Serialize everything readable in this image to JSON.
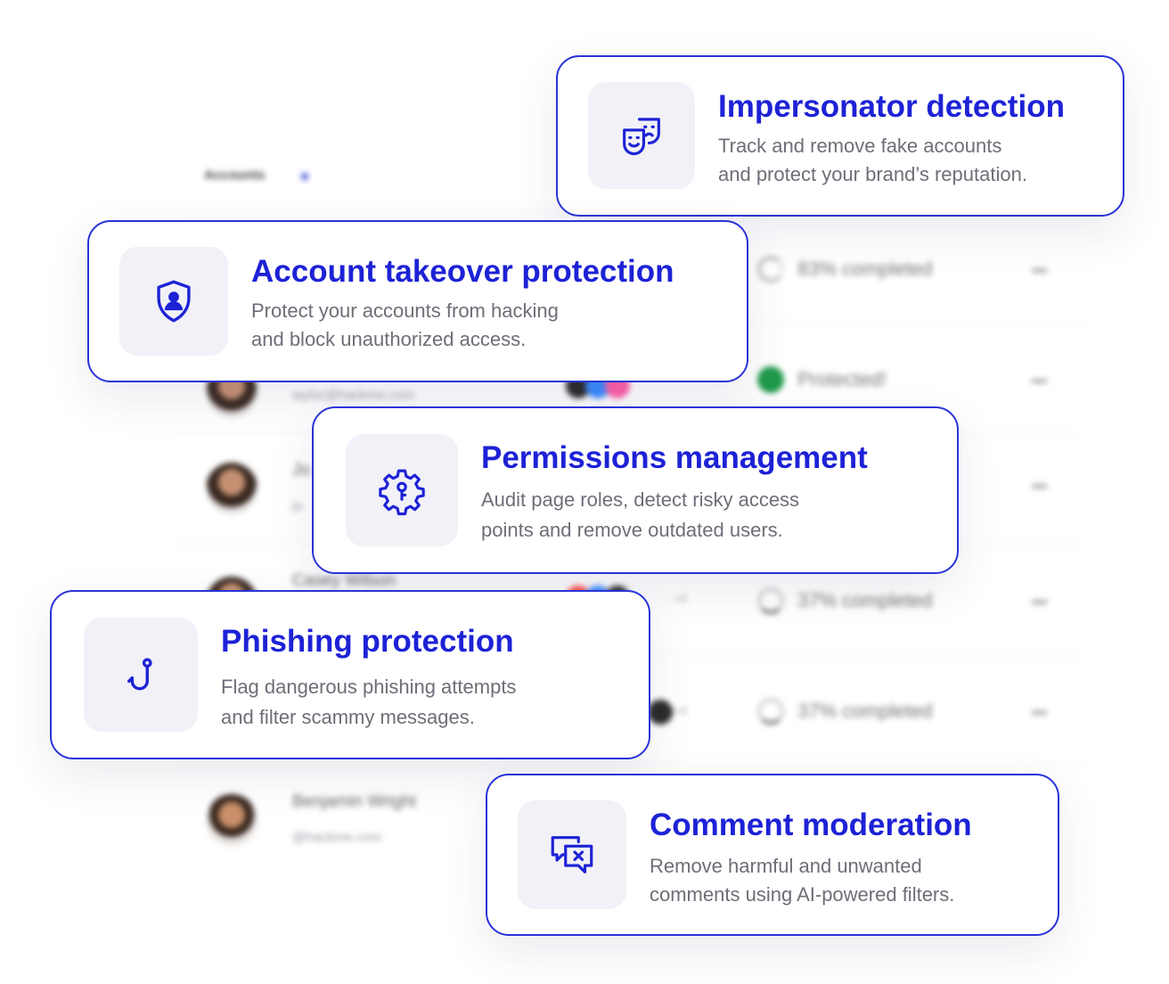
{
  "background_table": {
    "header": "Accounts",
    "rows": [
      {
        "name": "",
        "email": "",
        "avatar_colors": [],
        "plus": "",
        "status": "83% completed",
        "status_icon": "progress-icon",
        "more": "•••"
      },
      {
        "name": "",
        "email": "taylor@hackme.com",
        "avatar_colors": [
          "#2b2b2b",
          "#3a8bff",
          "#ff5fa8"
        ],
        "plus": "",
        "status": "Protected!",
        "status_icon": "check-circle-icon",
        "more": "•••"
      },
      {
        "name": "Jo",
        "email": "jo",
        "avatar_colors": [],
        "plus": "",
        "status": "",
        "status_icon": "",
        "more": "•••"
      },
      {
        "name": "Casey Wilson",
        "email": "",
        "avatar_colors": [
          "#ff4a4a",
          "#3a8bff",
          "#2b2b2b"
        ],
        "plus": "+4",
        "status": "37% completed",
        "status_icon": "progress-icon",
        "more": "•••"
      },
      {
        "name": "",
        "email": "",
        "avatar_colors": [
          "#2b2b2b"
        ],
        "plus": "+4",
        "status": "37% completed",
        "status_icon": "progress-icon",
        "more": "•••"
      },
      {
        "name": "Benjamin Wright",
        "email": "@hackme.com",
        "avatar_colors": [],
        "plus": "",
        "status": "",
        "status_icon": "",
        "more": ""
      }
    ]
  },
  "cards": [
    {
      "id": "impersonator",
      "icon": "theater-masks-icon",
      "title": "Impersonator detection",
      "desc": [
        "Track and remove fake accounts",
        "and protect your brand’s reputation."
      ]
    },
    {
      "id": "takeover",
      "icon": "shield-user-icon",
      "title": "Account takeover protection",
      "desc": [
        "Protect your accounts from hacking",
        "and block unauthorized access."
      ]
    },
    {
      "id": "permissions",
      "icon": "gear-key-icon",
      "title": "Permissions management",
      "desc": [
        "Audit page roles, detect risky access",
        "points and remove outdated users."
      ]
    },
    {
      "id": "phishing",
      "icon": "fishing-hook-icon",
      "title": "Phishing protection",
      "desc": [
        "Flag dangerous phishing attempts",
        "and filter scammy messages."
      ]
    },
    {
      "id": "comments",
      "icon": "comment-remove-icon",
      "title": "Comment moderation",
      "desc": [
        "Remove harmful and unwanted",
        "comments using AI-powered filters."
      ]
    }
  ],
  "colors": {
    "accent": "#1d22d6",
    "border": "#2a33d8",
    "icon_bg": "#f1f1f7",
    "desc_text": "#6e6e78",
    "protected_green": "#1e9a4a"
  }
}
